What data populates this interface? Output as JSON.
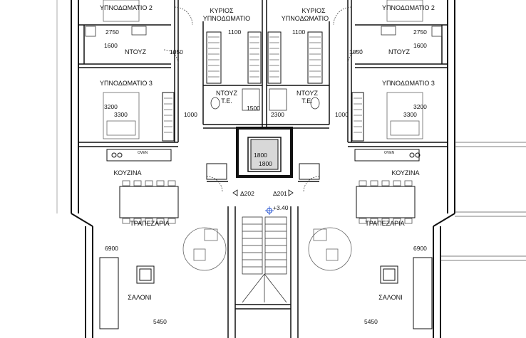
{
  "rooms": {
    "bedroom2_left": "ΥΠΝΟΔΩΜΑΤΙΟ 2",
    "bedroom2_right": "ΥΠΝΟΔΩΜΑΤΙΟ 2",
    "master_left_1": "ΚΥΡΙΟΣ",
    "master_left_2": "ΥΠΝΟΔΩΜΑΤΙΟ",
    "master_right_1": "ΚΥΡΙΟΣ",
    "master_right_2": "ΥΠΝΟΔΩΜΑΤΙΟ",
    "shower_left": "ΝΤΟΥΖ",
    "shower_right": "ΝΤΟΥΖ",
    "bedroom3_left": "ΥΠΝΟΔΩΜΑΤΙΟ 3",
    "bedroom3_right": "ΥΠΝΟΔΩΜΑΤΙΟ 3",
    "ensuite_left_1": "ΝΤΟΥΖ",
    "ensuite_left_2": "Τ.Ε.",
    "ensuite_right_1": "ΝΤΟΥΖ",
    "ensuite_right_2": "Τ.Ε.",
    "kitchen_left": "ΚΟΥΖΙΝΑ",
    "kitchen_right": "ΚΟΥΖΙΝΑ",
    "dining_left": "ΤΡΑΠΕΖΑΡΙΑ",
    "dining_right": "ΤΡΑΠΕΖΑΡΙΑ",
    "living_left": "ΣΑΛΟΝΙ",
    "living_right": "ΣΑΛΟΝΙ"
  },
  "dimensions": {
    "d2750_left": "2750",
    "d2750_right": "2750",
    "d1600_left": "1600",
    "d1600_right": "1600",
    "d1100_left": "1100",
    "d1100_right": "1100",
    "d1050_left": "1050",
    "d1050_right": "1050",
    "d3200_left": "3200",
    "d3300_left": "3300",
    "d3200_right": "3200",
    "d3300_right": "3300",
    "d1000_left": "1000",
    "d1000_right": "1000",
    "d1500_left": "1500",
    "d2300_right": "2300",
    "d1800_a": "1800",
    "d1800_b": "1800",
    "d6900_left": "6900",
    "d6900_right": "6900",
    "d5450_left": "5450",
    "d5450_right": "5450"
  },
  "doors": {
    "door_202": "Δ202",
    "door_201": "Δ201"
  },
  "level": "+3.40",
  "appliances": {
    "oven_left": "OVEN",
    "oven_right": "OVEN"
  }
}
